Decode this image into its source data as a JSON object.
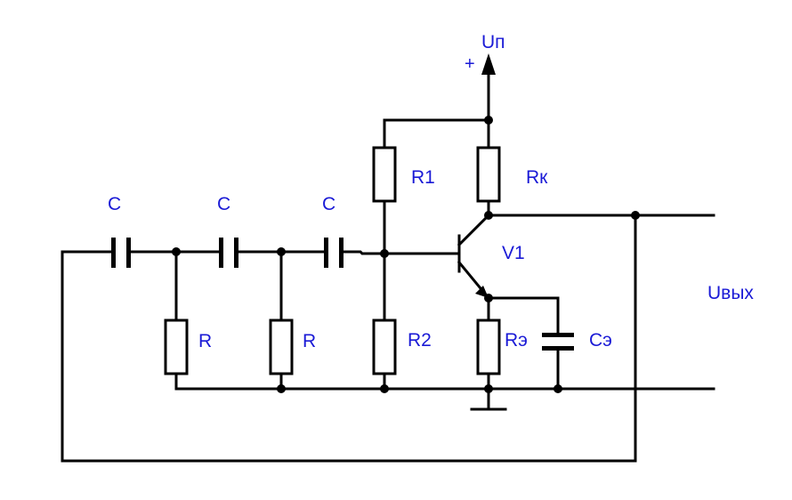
{
  "circuit": {
    "supply_label": "Uп",
    "supply_polarity": "+",
    "capacitors": [
      "C",
      "C",
      "C"
    ],
    "resistors": [
      "R",
      "R"
    ],
    "r1": "R1",
    "r2": "R2",
    "rk": "Rк",
    "transistor": "V1",
    "re": "Rэ",
    "ce": "Cэ",
    "output": "Uвых"
  },
  "colors": {
    "label": "#1a1ad6",
    "wire": "#000000"
  }
}
